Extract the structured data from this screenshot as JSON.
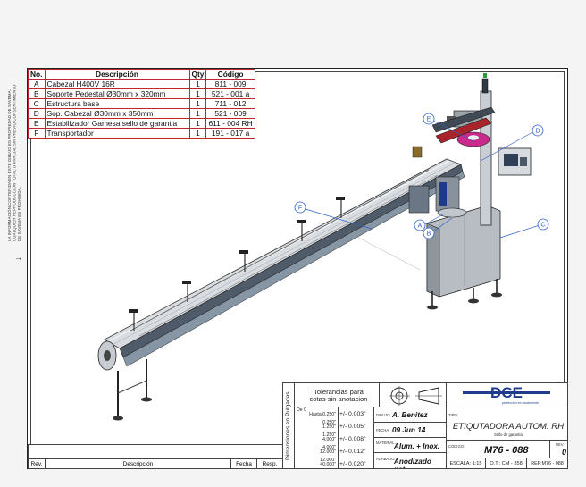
{
  "side_note": "LA INFORMACIÓN CONTENIDA EN ESTE DIBUJO ES PROPIEDAD DE SAVEMA. CUALQUIER REPRODUCCIÓN TOTAL O PARCIAL SIN PREVIO CONSENTIMIENTO DE SAVEMA ES PROHIBIDA.",
  "side_arrow": "→",
  "bom": {
    "headers": {
      "no": "No.",
      "desc": "Descripción",
      "qty": "Qty",
      "code": "Código"
    },
    "rows": [
      {
        "no": "A",
        "desc": "Cabezal H400V 16R",
        "qty": "1",
        "code": "811 - 009"
      },
      {
        "no": "B",
        "desc": "Soporte Pedestal Ø30mm x 320mm",
        "qty": "1",
        "code": "521 - 001 a"
      },
      {
        "no": "C",
        "desc": "Estructura base",
        "qty": "1",
        "code": "711 - 012"
      },
      {
        "no": "D",
        "desc": "Sop. Cabezal Ø30mm x 350mm",
        "qty": "1",
        "code": "521 - 009"
      },
      {
        "no": "E",
        "desc": "Estabilizador Gamesa sello de garantia",
        "qty": "1",
        "code": "611 - 004 RH"
      },
      {
        "no": "F",
        "desc": "Transportador",
        "qty": "1",
        "code": "191 - 017 a"
      }
    ]
  },
  "callouts": {
    "a": "A",
    "b": "B",
    "c": "C",
    "d": "D",
    "e": "E",
    "f": "F"
  },
  "title_block": {
    "dimensions_label": "Dimensiones en Pulgadas",
    "tolerances_title": "Tolerancias para cotas sin anotacion",
    "tolerances": [
      {
        "range_a": "De 0",
        "range_b": "Hasta 0.250\"",
        "tol": "+/- 0.003\""
      },
      {
        "range_a": "0.250\"",
        "range_b": "1.250\"",
        "tol": "+/- 0.005\""
      },
      {
        "range_a": "1.250\"",
        "range_b": "4.000\"",
        "tol": "+/- 0.008\""
      },
      {
        "range_a": "4.000\"",
        "range_b": "12.000\"",
        "tol": "+/- 0.012\""
      },
      {
        "range_a": "12.000\"",
        "range_b": "40.000\"",
        "tol": "+/- 0.020\""
      }
    ],
    "dibujo_label": "DIBUJO:",
    "dibujo": "A. Benitez",
    "fecha_label": "FECHA:",
    "fecha": "09 Jun 14",
    "material_label": "MATERIAL:",
    "material": "Alum. + Inox.",
    "acabado_label": "ACABADO:",
    "acabado": "Anodizado nat.",
    "logo_text": "DCE",
    "logo_slogan": "perfección en movimiento",
    "tipo_label": "TIPO:",
    "tipo": "ETIQUTADORA AUTOM. RH",
    "tipo_sub": "Sello de garantía",
    "codigo_label": "CODIGO:",
    "codigo": "M76 - 088",
    "rev_label": "REV.",
    "rev": "0",
    "escala": "ESCALA: 1:15",
    "ot": "O.T.: CM - 358",
    "ref": "REF:M76 - 088"
  },
  "rev_strip": {
    "rev": "Rev.",
    "desc": "Descripción",
    "fecha": "Fecha",
    "resp": "Resp."
  },
  "colors": {
    "bom_border": "#c0262a",
    "logo_blue": "#1f3b8c",
    "callout_blue": "#2c5fc7"
  }
}
